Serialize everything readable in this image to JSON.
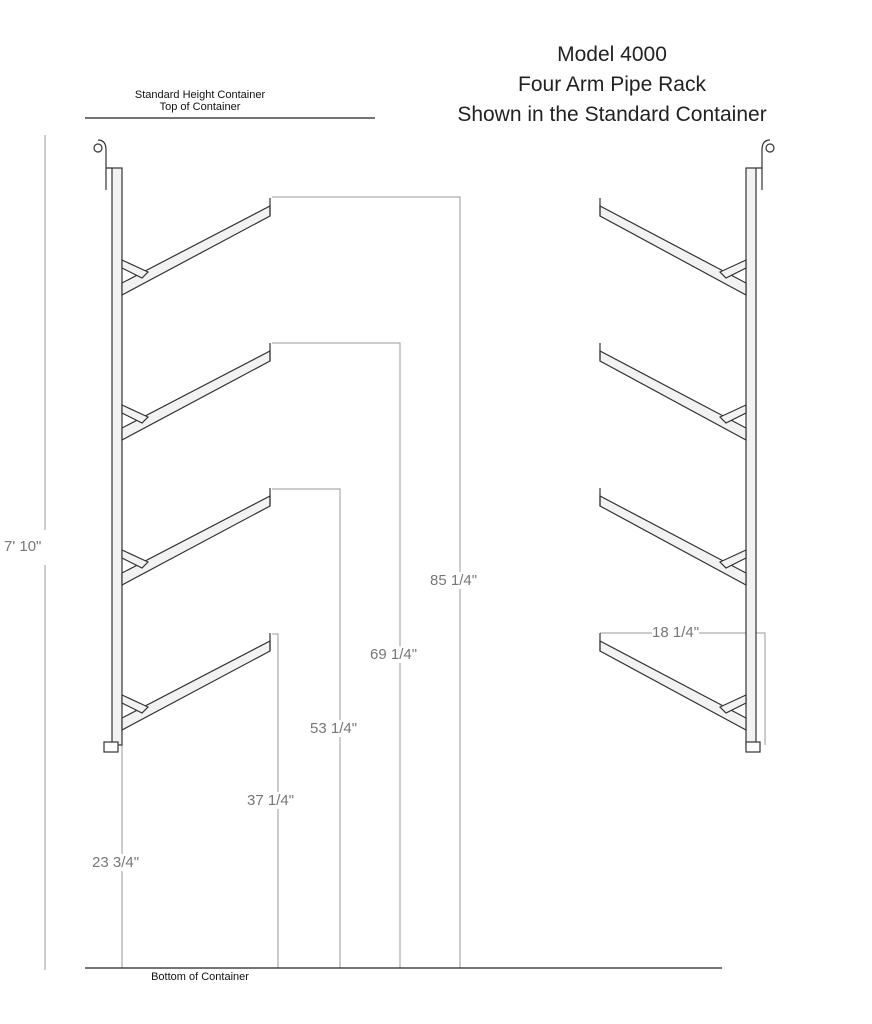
{
  "title": {
    "line1": "Model 4000",
    "line2": "Four Arm Pipe Rack",
    "line3": "Shown in the Standard Container"
  },
  "top_label": {
    "line1": "Standard Height Container",
    "line2": "Top of Container"
  },
  "bottom_label": "Bottom of Container",
  "dimensions": {
    "overall_height": "7' 10\"",
    "arm1": "23 3/4\"",
    "arm2": "37 1/4\"",
    "arm3": "53 1/4\"",
    "arm4": "69 1/4\"",
    "arm5": "85 1/4\"",
    "arm_reach": "18 1/4\""
  }
}
